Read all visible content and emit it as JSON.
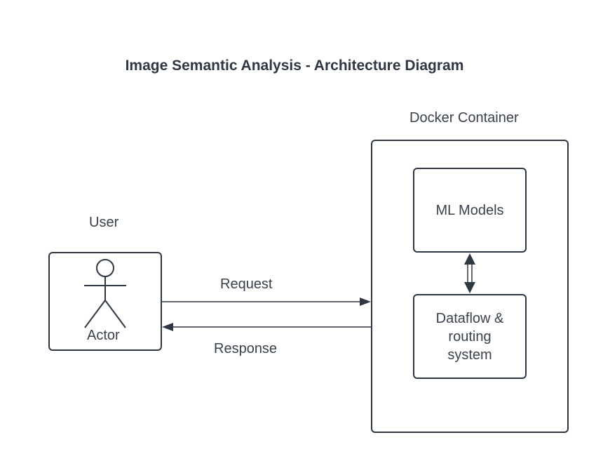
{
  "title": "Image Semantic Analysis - Architecture Diagram",
  "user": {
    "label": "User",
    "actor_label": "Actor"
  },
  "docker": {
    "label": "Docker Container",
    "ml_models": "ML Models",
    "dataflow": "Dataflow & routing system"
  },
  "arrows": {
    "request": "Request",
    "response": "Response"
  },
  "colors": {
    "stroke": "#2f3742",
    "text": "#3a414a",
    "background": "#ffffff"
  }
}
